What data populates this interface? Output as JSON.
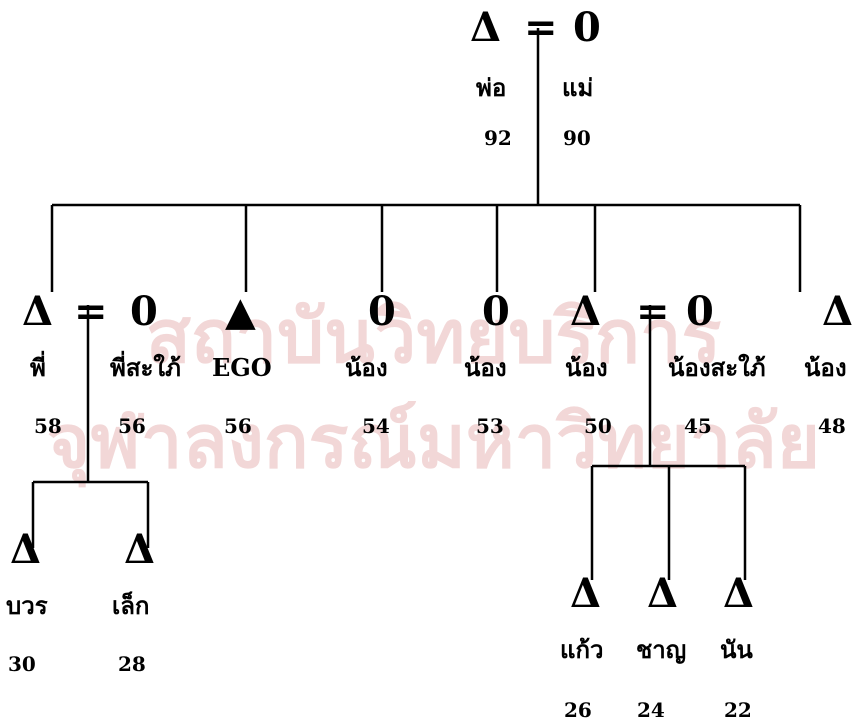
{
  "symbols": {
    "male": "Δ",
    "female": "0",
    "marriage": "=",
    "ego": "▲"
  },
  "watermark": {
    "line1": "สถาบันวิทยบริการ",
    "line2": "จุฬาลงกรณ์มหาวิทยาลัย",
    "color": "#f2d7d7"
  },
  "parents": {
    "father": {
      "name": "พ่อ",
      "age": "92"
    },
    "mother": {
      "name": "แม่",
      "age": "90"
    }
  },
  "siblings": {
    "elder_brother": {
      "name": "พี่",
      "age": "58"
    },
    "sister_in_law": {
      "name": "พี่สะใภ้",
      "age": "56"
    },
    "ego": {
      "name": "EGO",
      "age": "56"
    },
    "younger_sister_1": {
      "name": "น้อง",
      "age": "54"
    },
    "younger_sister_2": {
      "name": "น้อง",
      "age": "53"
    },
    "younger_brother_1": {
      "name": "น้อง",
      "age": "50"
    },
    "younger_sister_in_law": {
      "name": "น้องสะใภ้",
      "age": "45"
    },
    "younger_brother_2": {
      "name": "น้อง",
      "age": "48"
    }
  },
  "children_of_elder_brother": [
    {
      "name": "บวร",
      "age": "30"
    },
    {
      "name": "เล็ก",
      "age": "28"
    }
  ],
  "children_of_younger_brother": [
    {
      "name": "แก้ว",
      "age": "26"
    },
    {
      "name": "ชาญ",
      "age": "24"
    },
    {
      "name": "นัน",
      "age": "22"
    }
  ]
}
